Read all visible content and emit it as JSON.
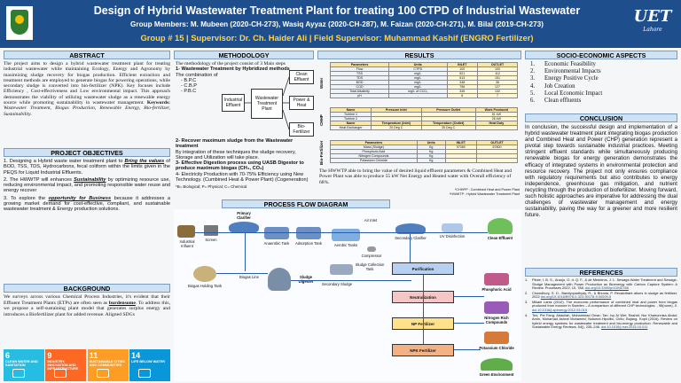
{
  "header": {
    "title": "Design of Hybrid Wastewater Treatment Plant for treating 100 CTPD of Industrial Wastewater",
    "members": "Group Members: M. Mubeen (2020-CH-273), Wasiq Ayyaz (2020-CH-287), M. Faizan (2020-CH-271), M. Bilal (2019-CH-273)",
    "supervisor": "Group # 15 | Supervisor: Dr. Ch. Haider Ali | Field Supervisor: Muhammad Kashif (ENGRO Fertilizer)",
    "logo_right": "UET",
    "logo_right_city": "Lahore"
  },
  "abstract": {
    "heading": "ABSTRACT",
    "text": "The project aims to design a hybrid wastewater treatment plant for treating industrial wastewater while maintaining Ecology, Energy and Agronomy by maximizing sludge recovery for biogas production. Efficient extraction and treatment methods are employed to generate biogas for powering operations, while secondary sludge is converted into bio-fertilizer (NPK). Key focuses include Efficiency , Cost-effectiveness and Low environmental impact. This approach demonstrates the viability of utilizing wastewater sludge as a renewable energy source while promoting sustainability in wastewater management.",
    "keywords_label": "Keywords:",
    "keywords": "Wastewater Treatment, Biogas Production, Renewable Energy, Bio-fertilizer, Sustainability."
  },
  "objectives": {
    "heading": "PROJECT OBJECTIVES",
    "items": [
      {
        "pre": "1. Designing a Hybrid waste water treatment plant to ",
        "em": "Bring the values",
        "post": " of BOD, TSS, TDS, Hydrocarbons, fecal coliform within the limits given in the PEQS for Liquid Industrial Effluents."
      },
      {
        "pre": "2. The HWWTP will enhances ",
        "em": "Sustainability",
        "post": " by optimizing resource use, reducing environmental impact, and promoting responsible water reuse and energy recover"
      },
      {
        "pre": "3. To explore the ",
        "em": "opportunity for Business",
        "post": " because it addresses a growing market demand for cost-effective, compliant, and sustainable wastewater treatment & Energy production solutions."
      }
    ]
  },
  "background": {
    "heading": "BACKGROUND",
    "text_pre": "We surveys across various Chemical Process Industries, it's evident that their Effluent Treatment Plants (ETPs) are often seen as ",
    "text_em": "burdensome",
    "text_post": ". To address this, we propose a self-sustaining plant model that generates surplus energy and introduces a Biofertilizer plant for added revenue. Aligned SDGs",
    "sdgs": [
      {
        "num": "6",
        "label": "CLEAN WATER AND SANITATION",
        "color": "#26bde2"
      },
      {
        "num": "9",
        "label": "INDUSTRY, INNOVATION AND INFRASTRUCTURE",
        "color": "#fd6925"
      },
      {
        "num": "11",
        "label": "SUSTAINABLE CITIES AND COMMUNITIES",
        "color": "#fd9d24"
      },
      {
        "num": "14",
        "label": "LIFE BELOW WATER",
        "color": "#0a97d9"
      }
    ]
  },
  "methodology": {
    "heading": "METHODOLOGY",
    "intro": "The methodology of the project consist of 3 Main steps",
    "step1": "1- Wastewater Treatment by Hybridized methods",
    "combo": "The combination of",
    "combos": [
      "- B.P.C",
      "- C.B.P",
      "- P.B.C"
    ],
    "diagram": {
      "input": "Industrial Effluent",
      "plant": "Wastewater Treatment Plant",
      "out1": "Clean Effluent",
      "out2": "Power & Heat",
      "out3": "Bio-Fertilizer"
    },
    "step2": "2- Recover maximum sludge from the Wastewater treatment",
    "step2b": "By integration of these techniques the sludge recovery, Storage and Utilization will take place.",
    "step3": "3- Effective Digestion process using UASB Digestor to produce maximum biogas (CH₄, CO₂)",
    "step4": "4- Electricity Production with 70-75% Efficiency using New Technology. (Cumbined Heat & Power Plant) (Cogeneration)",
    "note": "*B= Biological; P= Physical; C= Chemical"
  },
  "results": {
    "heading": "RESULTS",
    "water_label": "Water",
    "water_headers": [
      "Parameters",
      "Units",
      "INLET",
      "OUTLET"
    ],
    "water_rows": [
      [
        "Flow",
        "CTPD",
        "100",
        "100"
      ],
      [
        "TSS",
        "mg/L",
        "521",
        "112"
      ],
      [
        "TDS",
        "mg/L",
        "613",
        "151"
      ],
      [
        "BOD",
        "mg/L",
        "348",
        "36"
      ],
      [
        "COD",
        "mg/L",
        "756",
        "127"
      ],
      [
        "Total Alkalinity",
        "mg/L of CCO₃",
        "345",
        "132"
      ],
      [
        "pH",
        "-",
        "8",
        "7"
      ]
    ],
    "chp_label": "CHHP",
    "chp_headers": [
      "Name",
      "Pressure Inlet",
      "Pressure Outlet",
      "Work Produced"
    ],
    "chp_rows": [
      [
        "Turbine 1",
        "",
        "",
        "51 kW"
      ],
      [
        "Turbine 2",
        "",
        "",
        "26 kW"
      ]
    ],
    "chp_headers2": [
      "Name",
      "Temperature (Inlet)",
      "Temperature (Outlet)",
      "Heat Duty"
    ],
    "chp_rows2": [
      [
        "Heat Exchanger",
        "20 Deg C",
        "35 Deg C",
        ""
      ]
    ],
    "fert_label": "Bio-Fertilizer",
    "fert_headers": [
      "Parameters",
      "Units",
      "INLET",
      "OUTLET"
    ],
    "fert_rows": [
      [
        "Mass (Sludge)",
        "Kg",
        "97080",
        "67800"
      ],
      [
        "Phosphoric Acid",
        "Kg",
        "",
        ""
      ],
      [
        "Nitrogen Compounds",
        "Kg",
        "",
        ""
      ],
      [
        "Potassium Chloride",
        "Kg",
        "",
        ""
      ]
    ],
    "summary": "The HWWTP able to bring the value of desired liquid effluent parameters &  Combined Heat and Power Plant was able to produce 55 kW Net Energy and Heated water with Overall efficiency of 68%.",
    "foot1": "*CHHPP : Combined Heat and Power Plant",
    "foot2": "*HWWTP : Hybrid Wastewater Treatment Plant"
  },
  "flow": {
    "heading": "PROCESS FLOW DIAGRAM",
    "labels": {
      "influent": "Industrial Influent",
      "screen": "Screen",
      "primary": "Primary Clarifier",
      "anaerobic": "Anaerobic Tank",
      "adsorption": "Adsorption Tank",
      "aerobic": "Aerobic Tanks",
      "secondary": "Secondary Clarifier",
      "uv": "UV Disinfection",
      "clean": "Clean Effluent",
      "air": "Air Inlet",
      "compressor": "Compressor",
      "biogas_tank": "Biogas Holding Tank",
      "biogas_line": "Biogas Line",
      "digester": "Sludge Digester",
      "collection": "Sludge Collection Tank",
      "secondary_sludge": "Secondary Sludge",
      "purification": "Purification",
      "neutralization": "Neutralization",
      "np": "NP Fertilizer",
      "npk": "NPK Fertilizer",
      "phos": "Phosphoric Acid",
      "nitrogen": "Nitrogen Rich Compounds",
      "potassium": "Potassium Chloride",
      "green": "Green Environment"
    }
  },
  "socio": {
    "heading": "SOCIO-ECONOMIC ASPECTS",
    "items": [
      {
        "n": "1.",
        "t": "Economic Feasibility"
      },
      {
        "n": "2.",
        "t": "Environmental Impacts"
      },
      {
        "n": "3.",
        "t": "Energy Positive Cycle"
      },
      {
        "n": "4.",
        "t": "Job Creation"
      },
      {
        "n": "5.",
        "t": "Local Economic Impact"
      },
      {
        "n": "6.",
        "t": "Clean effluents"
      }
    ]
  },
  "conclusion": {
    "heading": "CONCLUSION",
    "text": "In conclusion, the successful design and implementation of a hybrid wastewater treatment plant integrating biogas production and Combined Heat and Power (CHP) generation represent a pivotal step towards sustainable industrial practices. Meeting stringent effluent standards while simultaneously producing renewable biogas for energy generation demonstrates the efficacy of integrated systems in environmental protection and resource recovery. The project not only ensures compliance with regulatory requirements but also contributes to energy independence, greenhouse gas mitigation, and nutrient recycling through the production of biofertilizer. Moving forward, such holistic approaches are imperative for addressing the dual challenges of wastewater management and energy sustainability, paving the way for a greener and more resilient future."
  },
  "references": {
    "heading": "REFERENCES",
    "items": [
      {
        "n": "1.",
        "t": "Pilote, I. B. S., Araujo, O. d. Q. F., & de Medeiros, J. L. Sewage-Water Treatment and Sewage-Sludge Management with Power Production as Bioenergy with Carbon Capture System: A Review. Processes 2022, 10, 788.",
        "link": "doi.org/10.3390/pr10040788"
      },
      {
        "n": "2.",
        "t": "Chowdhury, S. D., Bandyopadhyay, R., & Bhunia, P. Recalcitrant ations in sludge as fertilizer. 2022",
        "link": "doi.org/10.1016/B978-0-323-90178-9.00009-5"
      },
      {
        "n": "3.",
        "t": "Mikael Lantz (2012). The economic performance of combined heat and power from biogas produced from manure in Sweden – A comparison of different CHP technologies. , 98(none), 0.",
        "link": "doi:10.1016/j.apenergy.2012.03.015"
      },
      {
        "n": "4.",
        "t": "Teo, Pei Fang; Abdullah, Mohammad Omar; Tan, Ivy Ai Wei; Rashid, Nur Khairunnisa Abdul; Amin, Mohamad Ashraf Mohamed; Noluece-Hipolito, Cirilo; Bujang, Kopli (2016). Review on hybrid energy systems for wastewater treatment and bio-energy production. Renewable and Sustainable Energy Reviews, 54(), 235–246.",
        "link": "doi:10.1016/j.rser.2015.10.011"
      }
    ]
  }
}
